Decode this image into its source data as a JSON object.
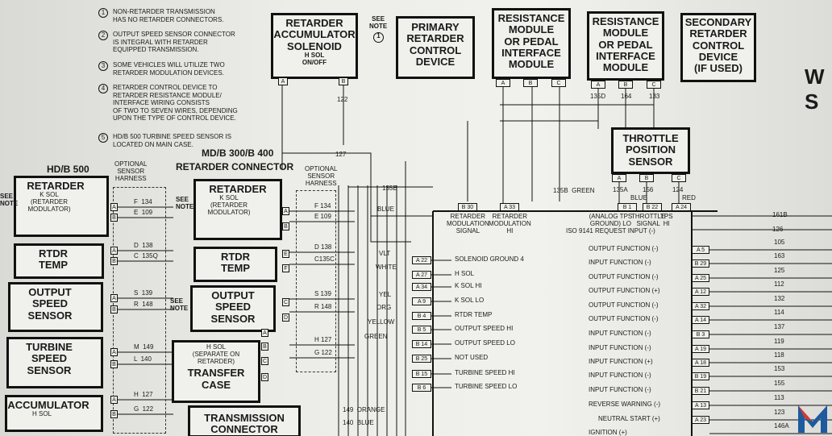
{
  "notes": [
    {
      "n": "1",
      "text": "NON-RETARDER TRANSMISSION\nHAS NO RETARDER CONNECTORS."
    },
    {
      "n": "2",
      "text": "OUTPUT SPEED SENSOR CONNECTOR\nIS INTEGRAL WITH RETARDER\nEQUIPPED TRANSMISSION."
    },
    {
      "n": "3",
      "text": "SOME VEHICLES WILL UTILIZE TWO\nRETARDER MODULATION DEVICES."
    },
    {
      "n": "4",
      "text": "RETARDER CONTROL DEVICE TO\nRETARDER RESISTANCE MODULE/\nINTERFACE WIRING CONSISTS\nOF TWO TO SEVEN WIRES, DEPENDING\nUPON THE TYPE OF CONTROL DEVICE."
    },
    {
      "n": "5",
      "text": "HD/B 500 TURBINE SPEED SENSOR IS\nLOCATED ON MAIN CASE."
    }
  ],
  "top": {
    "accumulator": "RETARDER\nACCUMULATOR\nSOLENOID",
    "accumulator_sub": "H SOL\nON/OFF",
    "see_note": "SEE\nNOTE",
    "see_note_n": "1",
    "primary": "PRIMARY\nRETARDER\nCONTROL\nDEVICE",
    "res1": "RESISTANCE\nMODULE\nOR PEDAL\nINTERFACE\nMODULE",
    "res2": "RESISTANCE\nMODULE\nOR PEDAL\nINTERFACE\nMODULE",
    "secondary": "SECONDARY\nRETARDER\nCONTROL\nDEVICE\n(IF USED)",
    "throttle": "THROTTLE\nPOSITION\nSENSOR",
    "edge_letters": "W\nS",
    "pinsABC": [
      "A",
      "B",
      "C"
    ],
    "pinsAB": [
      "A",
      "B"
    ]
  },
  "headers": {
    "md300": "MD/B 300/B 400",
    "retconn": "RETARDER CONNECTOR",
    "hd500": "HD/B 500",
    "optional": "OPTIONAL\nSENSOR\nHARNESS",
    "transconn": "TRANSMISSION\nCONNECTOR"
  },
  "left_boxes": [
    {
      "title": "RETARDER",
      "sub": "K SOL\n(RETARDER\nMODULATOR)"
    },
    {
      "title": "RTDR\nTEMP",
      "sub": ""
    },
    {
      "title": "OUTPUT\nSPEED\nSENSOR",
      "sub": ""
    },
    {
      "title": "TURBINE\nSPEED\nSENSOR",
      "sub": ""
    },
    {
      "title": "ACCUMULATOR",
      "sub": "H SOL"
    }
  ],
  "mid_boxes": [
    {
      "title": "RETARDER",
      "sub": "K SOL\n(RETARDER\nMODULATOR)"
    },
    {
      "title": "RTDR\nTEMP",
      "sub": ""
    },
    {
      "title": "OUTPUT\nSPEED\nSENSOR",
      "sub": ""
    },
    {
      "title": "TRANSFER\nCASE",
      "sub": "H SOL\n(SEPARATE ON\nRETARDER)"
    }
  ],
  "left_wires": [
    "F  134",
    "E  109",
    "D  138",
    "C  135Q",
    "S  139",
    "R  148",
    "M  149",
    "L  140",
    "H  127",
    "G  122"
  ],
  "mid_wires": [
    "F 134",
    "E 109",
    "D 138",
    "C135C",
    "S 139",
    "R 148",
    "H 127",
    "G 122"
  ],
  "left_pins": [
    "A",
    "B",
    "A",
    "B",
    "A",
    "B",
    "A",
    "B",
    "A",
    "B"
  ],
  "mid_pins": [
    "A",
    "B",
    "E",
    "F",
    "C",
    "D",
    "A",
    "B",
    "C",
    "D"
  ],
  "color_labels": [
    "VLT",
    "WHITE",
    "YEL",
    "ORG",
    "YELLOW",
    "GREEN",
    "BLUE",
    "135B  GREEN",
    "135B",
    "127",
    "149  ORANGE",
    "140  BLUE"
  ],
  "signals_top": [
    {
      "pin": "B 30",
      "label": "RETARDER\nMODULATION\nSIGNAL"
    },
    {
      "pin": "A 33",
      "label": "RETARDER\nMODULATION\nHI"
    },
    {
      "pin": "B 1",
      "label": "(ANALOG TPS\nGROUND) LO\nISO 9141 REQUEST INPUT (-)"
    },
    {
      "pin": "B 22",
      "label": "THROTTLE\nSIGNAL"
    },
    {
      "pin": "A 24",
      "label": "TPS\nHI"
    }
  ],
  "tps_wires": [
    "135A",
    "156",
    "124"
  ],
  "tps_colors": [
    "BLUE",
    "RED"
  ],
  "res2_wires": [
    "135D",
    "164",
    "133"
  ],
  "acc_wire": "122",
  "ecu_left": [
    {
      "pin": "A 22",
      "label": "SOLENOID GROUND 4"
    },
    {
      "pin": "A 27",
      "label": "H SOL"
    },
    {
      "pin": "A 34",
      "label": "K SOL HI"
    },
    {
      "pin": "A 9",
      "label": "K SOL LO"
    },
    {
      "pin": "B 4",
      "label": "RTDR TEMP"
    },
    {
      "pin": "B 5",
      "label": "OUTPUT SPEED HI"
    },
    {
      "pin": "B 14",
      "label": "OUTPUT SPEED LO"
    },
    {
      "pin": "B 25",
      "label": "NOT USED"
    },
    {
      "pin": "B 15",
      "label": "TURBINE SPEED HI"
    },
    {
      "pin": "B 6",
      "label": "TURBINE SPEED LO"
    }
  ],
  "ecu_right": [
    {
      "label": "OUTPUT FUNCTION (-)",
      "pin": "A 5",
      "wire": "105"
    },
    {
      "label": "INPUT FUNCTION (-)",
      "pin": "B 29",
      "wire": "163"
    },
    {
      "label": "OUTPUT FUNCTION (-)",
      "pin": "A 25",
      "wire": "125"
    },
    {
      "label": "OUTPUT FUNCTION (+)",
      "pin": "A 12",
      "wire": "112"
    },
    {
      "label": "OUTPUT FUNCTION (-)",
      "pin": "A 32",
      "wire": "132"
    },
    {
      "label": "OUTPUT FUNCTION (-)",
      "pin": "A 14",
      "wire": "114"
    },
    {
      "label": "INPUT FUNCTION (-)",
      "pin": "B 3",
      "wire": "137"
    },
    {
      "label": "INPUT FUNCTION (-)",
      "pin": "A 19",
      "wire": "119"
    },
    {
      "label": "INPUT FUNCTION (+)",
      "pin": "A 18",
      "wire": "118"
    },
    {
      "label": "INPUT FUNCTION (-)",
      "pin": "B 19",
      "wire": "153"
    },
    {
      "label": "INPUT FUNCTION (-)",
      "pin": "B 21",
      "wire": "155"
    },
    {
      "label": "REVERSE WARNING (-)",
      "pin": "A 13",
      "wire": "113"
    },
    {
      "label": "NEUTRAL START (+)",
      "pin": "A 23",
      "wire": "123"
    },
    {
      "label": "IGNITION (+)",
      "pin": "",
      "wire": "146A"
    }
  ],
  "ecu_top_wires": [
    "161B",
    "126"
  ],
  "logo": "M"
}
